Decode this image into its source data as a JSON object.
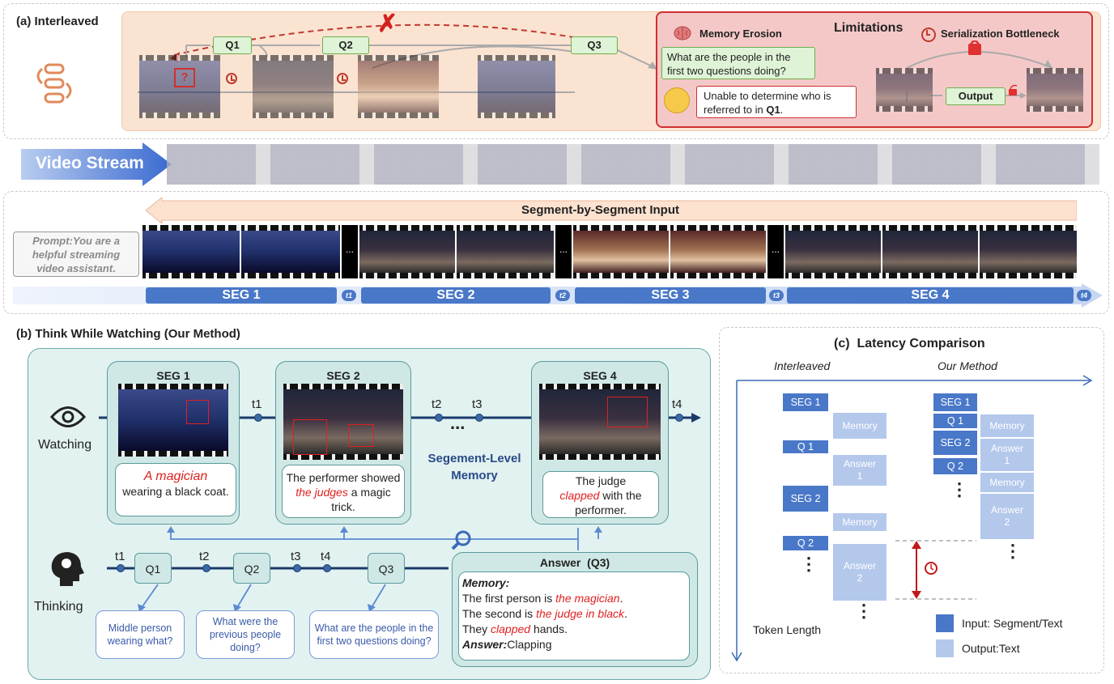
{
  "part_a": {
    "title": "(a) Interleaved",
    "q1": "Q1",
    "q2": "Q2",
    "q3": "Q3",
    "question_mark": "?",
    "cross": "✗",
    "limitations_title": "Limitations",
    "memory_erosion": "Memory Erosion",
    "serialization": "Serialization Bottleneck",
    "question_text": "What are the people in the first two questions doing?",
    "unable_prefix": "Unable to determine who is referred to in ",
    "unable_bold": "Q1",
    "unable_suffix": ".",
    "output_label": "Output"
  },
  "video_stream": "Video Stream",
  "input_strip": {
    "segment_input": "Segment-by-Segment Input",
    "prompt": "Prompt:You are a helpful streaming video assistant",
    "prompt_end": ".",
    "ellipsis": "...",
    "segments": [
      "SEG 1",
      "SEG 2",
      "SEG 3",
      "SEG 4"
    ],
    "time_tags": [
      "t1",
      "t2",
      "t3",
      "t4"
    ]
  },
  "part_b": {
    "title": "(b) Think While Watching (Our Method)",
    "watching": "Watching",
    "thinking": "Thinking",
    "seg_titles": [
      "SEG 1",
      "SEG 2",
      "SEG 4"
    ],
    "cap1_red": "A magician",
    "cap1_rest": "wearing a black coat.",
    "cap2_pre": "The  performer showed ",
    "cap2_red": "the judges",
    "cap2_post": " a magic trick.",
    "cap3_pre": "The judge ",
    "cap3_red": "clapped",
    "cap3_post": " with the performer.",
    "memory_label": "Segement-Level Memory",
    "watch_ticks": [
      "t1",
      "t2",
      "t3",
      "t4"
    ],
    "dots": "...",
    "think_ticks": [
      "t1",
      "t2",
      "t3",
      "t4"
    ],
    "questions": [
      "Q1",
      "Q2",
      "Q3"
    ],
    "bubbles": [
      "Middle person wearing what?",
      "What were the previous people doing?",
      "What are the people in the first two questions doing?"
    ],
    "answer_title": "Answer  (Q3)",
    "ans_memory": "Memory:",
    "ans_l1_pre": "The first person is ",
    "ans_l1_red": "the magician",
    "ans_l2_pre": "The second is ",
    "ans_l2_red": "the judge in black",
    "ans_l3_pre": "They ",
    "ans_l3_red": "clapped",
    "ans_l3_post": " hands.",
    "ans_answer": "Answer:",
    "ans_answer_val": "Clapping",
    "period": "."
  },
  "part_c": {
    "title": "(c)  Latency Comparison",
    "interleaved": "Interleaved",
    "our_method": "Our Method",
    "token_length": "Token Length",
    "vdots": "⋮",
    "legend_in": "Input: Segment/Text",
    "legend_out": "Output:Text",
    "left_col": [
      {
        "kind": "in",
        "label": "SEG 1"
      },
      {
        "kind": "out",
        "label": "Memory"
      },
      {
        "kind": "in",
        "label": "Q 1"
      },
      {
        "kind": "out",
        "label": "Answer\n1"
      },
      {
        "kind": "in",
        "label": "SEG 2"
      },
      {
        "kind": "out",
        "label": "Memory"
      },
      {
        "kind": "in",
        "label": "Q 2"
      },
      {
        "kind": "out",
        "label": "Answer\n2"
      }
    ],
    "right_in": [
      "SEG 1",
      "Q 1",
      "SEG 2",
      "Q 2"
    ],
    "right_out": [
      "Memory",
      "Answer\n1",
      "Memory",
      "Answer\n2"
    ]
  },
  "colors": {
    "input_blue": "#4a78c8",
    "output_blue": "#b4c8ec",
    "accent_red": "#e02020",
    "teal": "#cfe8e6"
  }
}
